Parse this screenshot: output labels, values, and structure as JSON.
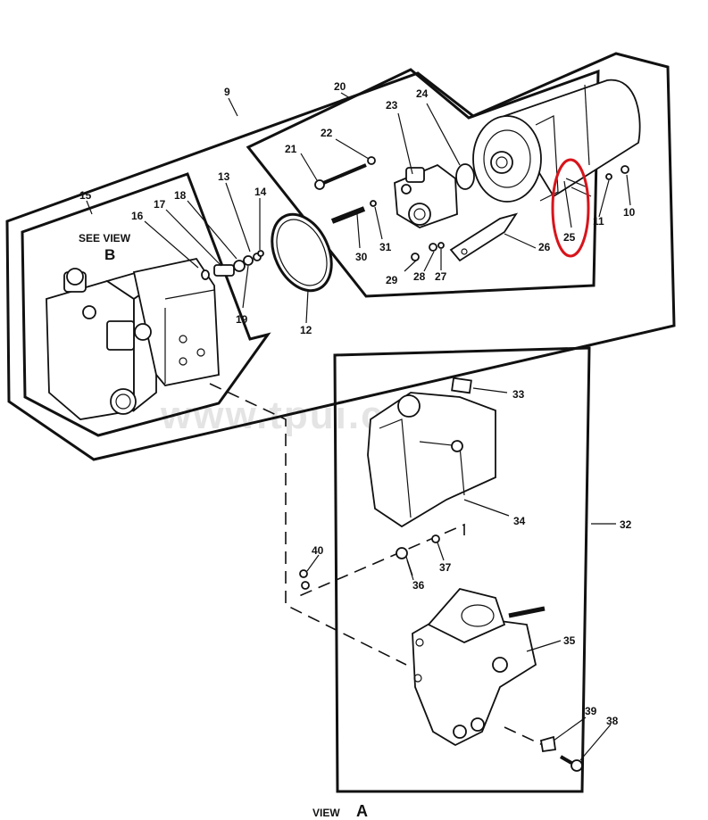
{
  "diagram": {
    "view_title_prefix": "VIEW",
    "view_title_letter": "A",
    "see_view_text": "SEE VIEW",
    "see_view_letter": "B",
    "watermark": "www.tpui.com",
    "highlight_color": "#d8141b",
    "line_color": "#111111",
    "callouts": {
      "c9": "9",
      "c20": "20",
      "c15": "15",
      "c16": "16",
      "c17": "17",
      "c18": "18",
      "c13": "13",
      "c14": "14",
      "c19": "19",
      "c12": "12",
      "c21": "21",
      "c22": "22",
      "c23": "23",
      "c24": "24",
      "c30": "30",
      "c31": "31",
      "c29": "29",
      "c28": "28",
      "c27": "27",
      "c26": "26",
      "c25": "25",
      "c11": "11",
      "c10": "10",
      "c33": "33",
      "c32": "32",
      "c34": "34",
      "c40": "40",
      "c36": "36",
      "c37": "37",
      "c35": "35",
      "c39": "39",
      "c38": "38"
    }
  }
}
